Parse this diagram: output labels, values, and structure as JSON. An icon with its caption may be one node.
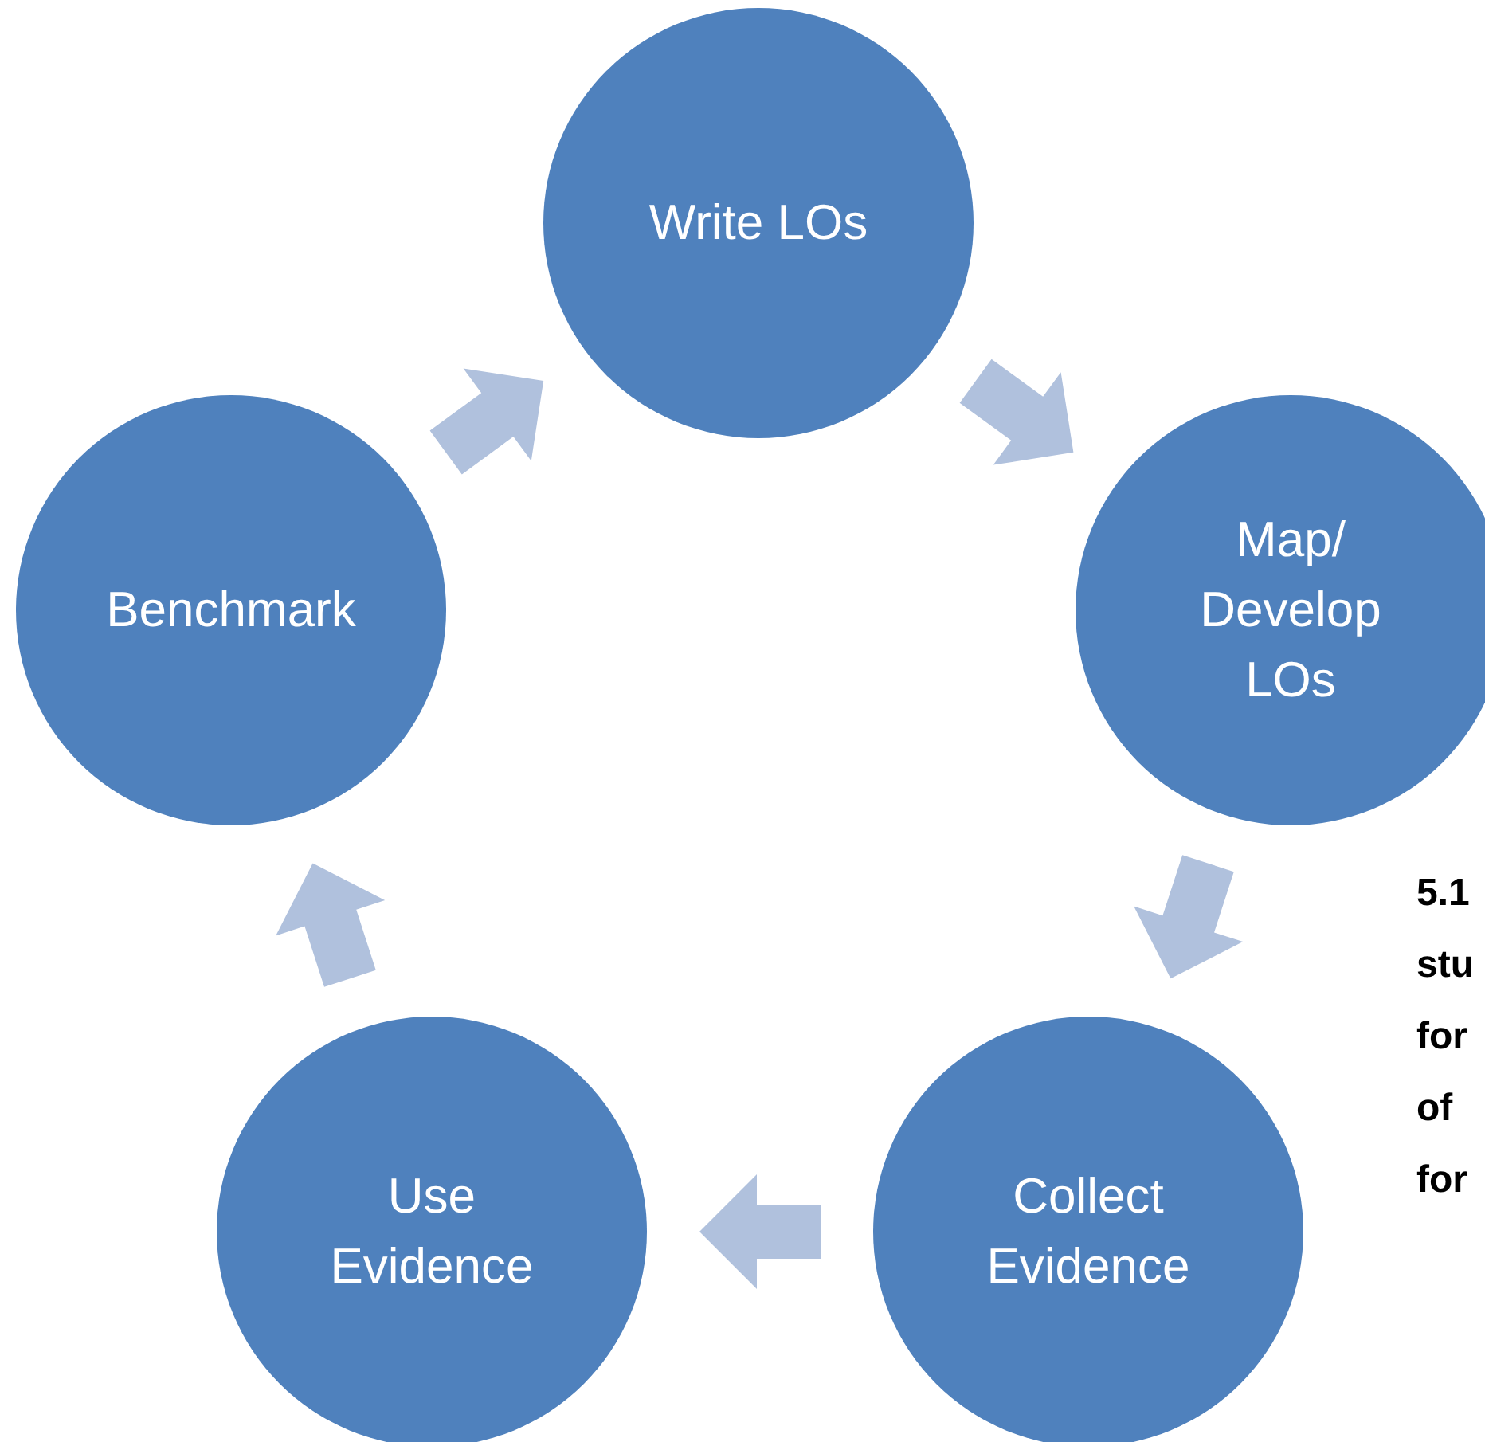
{
  "diagram": {
    "nodes": [
      {
        "text": [
          "Write LOs"
        ]
      },
      {
        "text": [
          "Map/ Develop LOs"
        ]
      },
      {
        "text": [
          "Collect Evidence"
        ]
      },
      {
        "text": [
          "Use Evidence"
        ]
      },
      {
        "text": [
          "Benchmark"
        ]
      }
    ],
    "edges": [
      {
        "from": 0,
        "to": 1,
        "arrow": "to"
      },
      {
        "from": 1,
        "to": 2,
        "arrow": "to"
      },
      {
        "from": 2,
        "to": 3,
        "arrow": "to"
      },
      {
        "from": 3,
        "to": 4,
        "arrow": "to"
      },
      {
        "from": 4,
        "to": 0,
        "arrow": "to"
      }
    ],
    "labels": [
      "5.1",
      "stu",
      "for",
      "of",
      "for"
    ]
  }
}
